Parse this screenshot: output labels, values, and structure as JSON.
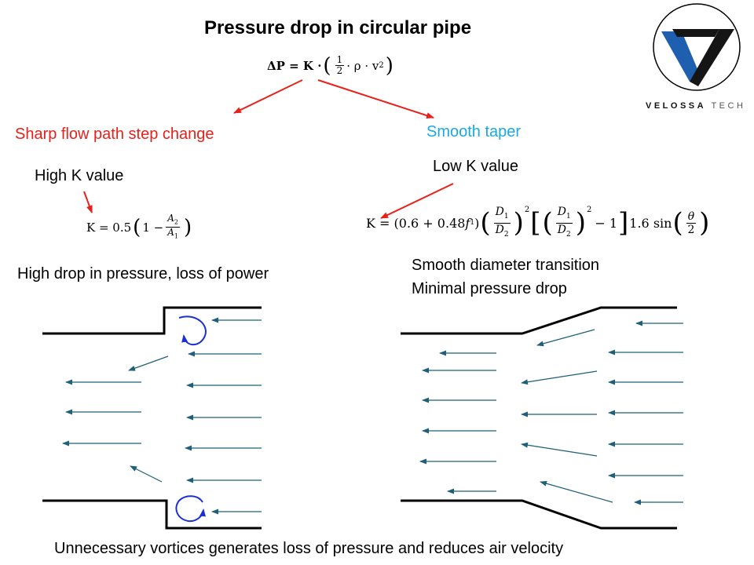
{
  "title": "Pressure drop in circular pipe",
  "main_formula": {
    "lhs": "ΔP = K ·",
    "half_num": "1",
    "half_den": "2",
    "rho_v": "· ρ · v",
    "exp": "2"
  },
  "left": {
    "heading": "Sharp flow path step change",
    "k_label": "High K value",
    "formula": {
      "prefix": "K = 0.5",
      "one_minus": "1 −",
      "num": "A",
      "num_sub": "2",
      "den": "A",
      "den_sub": "1"
    },
    "caption": "High drop in pressure, loss of power"
  },
  "right": {
    "heading": "Smooth taper",
    "k_label": "Low K value",
    "formula": {
      "prefix": "K = (0.6 + 0.48",
      "f": "f",
      "f_sub": "1",
      "close": ")",
      "d1": "D",
      "d1_sub": "1",
      "d2": "D",
      "d2_sub": "2",
      "sq": "2",
      "minus1": "− 1",
      "sin": "1.6 sin",
      "theta": "θ",
      "two": "2"
    },
    "caption_line1": "Smooth diameter transition",
    "caption_line2": "Minimal pressure drop"
  },
  "footer": "Unnecessary vortices generates loss of pressure and reduces air velocity",
  "logo": {
    "brand": "VELOSSA",
    "suffix": "TECH"
  },
  "colors": {
    "red": "#e8201a",
    "cyan": "#1aa9e0",
    "flow_arrow": "#1f5f7a",
    "vortex": "#1a2fd6",
    "logo_blue": "#1f5fb0"
  }
}
